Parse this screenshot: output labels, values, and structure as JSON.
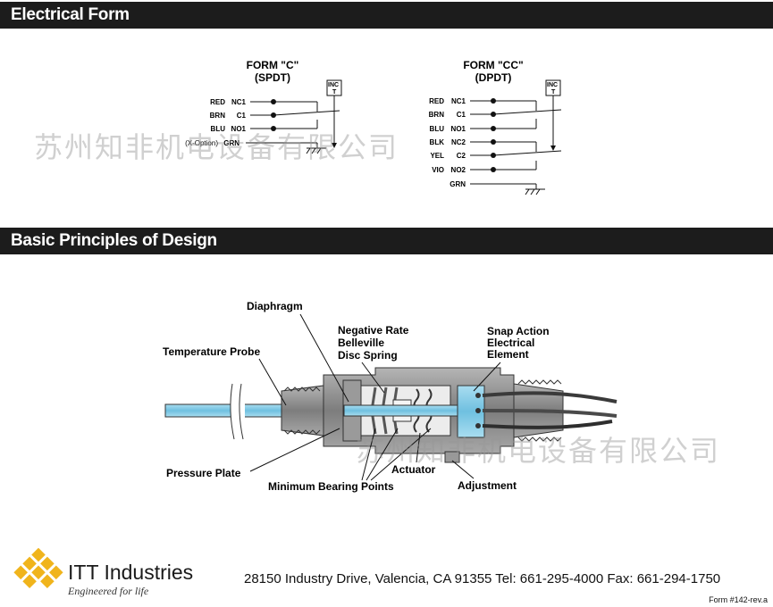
{
  "sections": {
    "electrical_form": "Electrical Form",
    "basic_principles": "Basic Principles of Design"
  },
  "form_c": {
    "title": "FORM \"C\"",
    "subtitle": "(SPDT)",
    "inc": "INC",
    "t": "T",
    "wires": [
      {
        "color": "RED",
        "terminal": "NC1"
      },
      {
        "color": "BRN",
        "terminal": "C1"
      },
      {
        "color": "BLU",
        "terminal": "NO1"
      },
      {
        "color": "(X-Option)",
        "terminal": "GRN"
      }
    ]
  },
  "form_cc": {
    "title": "FORM \"CC\"",
    "subtitle": "(DPDT)",
    "inc": "INC",
    "t": "T",
    "wires": [
      {
        "color": "RED",
        "terminal": "NC1"
      },
      {
        "color": "BRN",
        "terminal": "C1"
      },
      {
        "color": "BLU",
        "terminal": "NO1"
      },
      {
        "color": "BLK",
        "terminal": "NC2"
      },
      {
        "color": "YEL",
        "terminal": "C2"
      },
      {
        "color": "VIO",
        "terminal": "NO2"
      },
      {
        "color": "",
        "terminal": "GRN"
      }
    ]
  },
  "diagram_labels": {
    "diaphragm": "Diaphragm",
    "temperature_probe": "Temperature Probe",
    "negative_rate_1": "Negative Rate",
    "negative_rate_2": "Belleville",
    "negative_rate_3": "Disc Spring",
    "snap_action_1": "Snap Action",
    "snap_action_2": "Electrical",
    "snap_action_3": "Element",
    "pressure_plate": "Pressure Plate",
    "actuator": "Actuator",
    "minimum_bearing": "Minimum Bearing Points",
    "adjustment": "Adjustment"
  },
  "watermark": "苏州知非机电设备有限公司",
  "footer": {
    "brand": "ITT Industries",
    "tagline": "Engineered for life",
    "address": "28150 Industry Drive, Valencia, CA 91355  Tel: 661-295-4000  Fax: 661-294-1750",
    "form_number": "Form #142-rev.a"
  },
  "colors": {
    "header_bar": "#1c1c1c",
    "probe_blue": "#8fd0e8",
    "body_gray": "#8a8a8a",
    "logo_gold": "#f0b41c"
  }
}
